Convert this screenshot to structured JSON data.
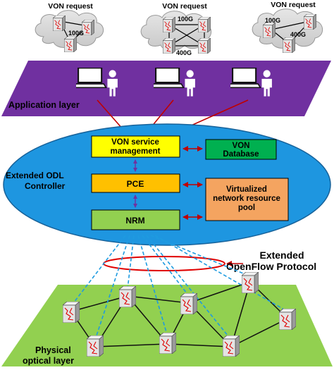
{
  "von_requests": [
    {
      "title": "VON request",
      "labels": [
        "100G"
      ]
    },
    {
      "title": "VON request",
      "labels": [
        "100G",
        "400G"
      ]
    },
    {
      "title": "VON request",
      "labels": [
        "100G",
        "400G"
      ]
    }
  ],
  "application_layer": {
    "label": "Application layer"
  },
  "controller": {
    "label_line1": "Extended ODL",
    "label_line2": "Controller",
    "von_service_line1": "VON service",
    "von_service_line2": "management",
    "von_db_line1": "VON",
    "von_db_line2": "Database",
    "pce": "PCE",
    "nrm": "NRM",
    "pool_line1": "Virtualized",
    "pool_line2": "network resource",
    "pool_line3": "pool"
  },
  "protocol": {
    "line1": "Extended",
    "line2": "OpenFlow Protocol"
  },
  "physical_layer": {
    "line1": "Physical",
    "line2": "optical layer"
  },
  "colors": {
    "app_layer": "#7030a0",
    "controller": "#1e96e0",
    "von_service": "#ffff00",
    "pce": "#ffc000",
    "nrm": "#92d050",
    "von_db": "#00b050",
    "pool": "#f4a460",
    "physical_plane": "#92d050",
    "arrow_red": "#c00000",
    "arrow_purple": "#7030a0",
    "fiber_dashed": "#1e9be0"
  }
}
